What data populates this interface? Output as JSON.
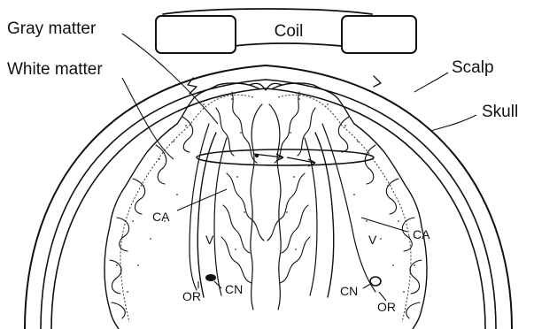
{
  "labels": {
    "coil": "Coil",
    "gray_matter": "Gray matter",
    "white_matter": "White matter",
    "scalp": "Scalp",
    "skull": "Skull",
    "ca_left": "CA",
    "ca_right": "CA",
    "v_left": "V",
    "v_right": "V",
    "or_left": "OR",
    "or_right": "OR",
    "cn_left": "CN",
    "cn_right": "CN"
  },
  "colors": {
    "line": "#111111",
    "background": "#ffffff"
  }
}
